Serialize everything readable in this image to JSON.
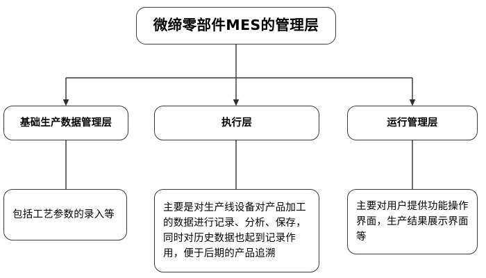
{
  "diagram": {
    "type": "org-hierarchy-flowchart",
    "background_color": "#ffffff",
    "line_color": "#3a3a3a",
    "text_color": "#000000",
    "root": {
      "label": "微缔零部件MES的管理层"
    },
    "layers": [
      {
        "label": "基础生产数据管理层"
      },
      {
        "label": "执行层"
      },
      {
        "label": "运行管理层"
      }
    ],
    "descriptions": [
      {
        "label": "包括工艺参数的录入等"
      },
      {
        "label": "主要是对生产线设备对产品加工的数据进行记录、分析、保存，同时对历史数据也起到记录作用，便于后期的产品追溯"
      },
      {
        "label": "主要对用户提供功能操作界面，生产结果展示界面等"
      }
    ]
  }
}
